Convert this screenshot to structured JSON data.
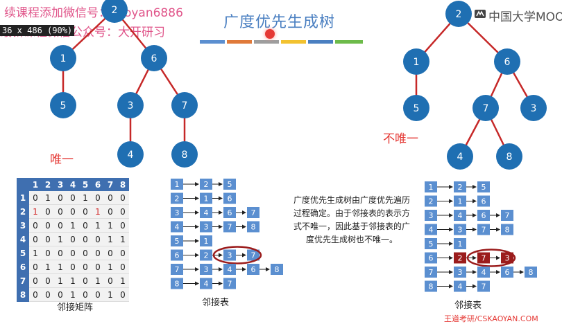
{
  "page_title": "广度优先生成树",
  "watermark_line1": "续课程添加微信号：kaoyan6886",
  "watermark_line2": "最新课程微信公众号：大开研习",
  "zoom_badge": "36 x 486 (90%)",
  "brand": "中国大学MOOC",
  "footer": "王道考研/CSKAOYAN.COM",
  "note_unique": "唯一",
  "note_not_unique": "不唯一",
  "explanation": "广度优先生成树由广度优先遍历过程确定。由于邻接表的表示方式不唯一，因此基于邻接表的广度优先生成树也不唯一。",
  "caption_matrix": "邻接矩阵",
  "caption_list1": "邻接表",
  "caption_list2": "邻接表",
  "colors": {
    "node": "#1f6fb2",
    "edge": "#c62828",
    "box": "#5b8fd0",
    "header": "#3f6fb0",
    "highlight": "#9b1c1c",
    "accent_text": "#4a7fc1"
  },
  "tree_left": {
    "nodes": [
      "2",
      "1",
      "6",
      "5",
      "3",
      "7",
      "4",
      "8"
    ],
    "edges": [
      [
        "2",
        "1"
      ],
      [
        "2",
        "6"
      ],
      [
        "1",
        "5"
      ],
      [
        "6",
        "3"
      ],
      [
        "6",
        "7"
      ],
      [
        "3",
        "4"
      ],
      [
        "7",
        "8"
      ]
    ]
  },
  "tree_right": {
    "nodes": [
      "2",
      "1",
      "6",
      "5",
      "7",
      "3",
      "4",
      "8"
    ],
    "edges": [
      [
        "2",
        "1"
      ],
      [
        "2",
        "6"
      ],
      [
        "1",
        "5"
      ],
      [
        "6",
        "7"
      ],
      [
        "6",
        "3"
      ],
      [
        "7",
        "4"
      ],
      [
        "7",
        "8"
      ]
    ]
  },
  "matrix": {
    "headers": [
      "1",
      "2",
      "3",
      "4",
      "5",
      "6",
      "7",
      "8"
    ],
    "rows": [
      [
        "0",
        "1",
        "0",
        "0",
        "1",
        "0",
        "0",
        "0"
      ],
      [
        "1",
        "0",
        "0",
        "0",
        "0",
        "1",
        "0",
        "0"
      ],
      [
        "0",
        "0",
        "0",
        "1",
        "0",
        "1",
        "1",
        "0"
      ],
      [
        "0",
        "0",
        "1",
        "0",
        "0",
        "0",
        "1",
        "1"
      ],
      [
        "1",
        "0",
        "0",
        "0",
        "0",
        "0",
        "0",
        "0"
      ],
      [
        "0",
        "1",
        "1",
        "0",
        "0",
        "0",
        "1",
        "0"
      ],
      [
        "0",
        "0",
        "1",
        "1",
        "0",
        "1",
        "0",
        "1"
      ],
      [
        "0",
        "0",
        "0",
        "1",
        "0",
        "0",
        "1",
        "0"
      ]
    ],
    "highlighted": [
      [
        1,
        0
      ],
      [
        1,
        5
      ]
    ]
  },
  "adj_list1": [
    {
      "v": "1",
      "n": [
        "2",
        "5"
      ]
    },
    {
      "v": "2",
      "n": [
        "1",
        "6"
      ]
    },
    {
      "v": "3",
      "n": [
        "4",
        "6",
        "7"
      ]
    },
    {
      "v": "4",
      "n": [
        "3",
        "7",
        "8"
      ]
    },
    {
      "v": "5",
      "n": [
        "1"
      ]
    },
    {
      "v": "6",
      "n": [
        "2",
        "3",
        "7"
      ]
    },
    {
      "v": "7",
      "n": [
        "3",
        "4",
        "6",
        "8"
      ]
    },
    {
      "v": "8",
      "n": [
        "4",
        "7"
      ]
    }
  ],
  "adj_list2": [
    {
      "v": "1",
      "n": [
        "2",
        "5"
      ]
    },
    {
      "v": "2",
      "n": [
        "1",
        "6"
      ]
    },
    {
      "v": "3",
      "n": [
        "4",
        "6",
        "7"
      ]
    },
    {
      "v": "4",
      "n": [
        "3",
        "7",
        "8"
      ]
    },
    {
      "v": "5",
      "n": [
        "1"
      ]
    },
    {
      "v": "6",
      "n": [
        "2",
        "7",
        "3"
      ]
    },
    {
      "v": "7",
      "n": [
        "3",
        "4",
        "6",
        "8"
      ]
    },
    {
      "v": "8",
      "n": [
        "4",
        "7"
      ]
    }
  ]
}
